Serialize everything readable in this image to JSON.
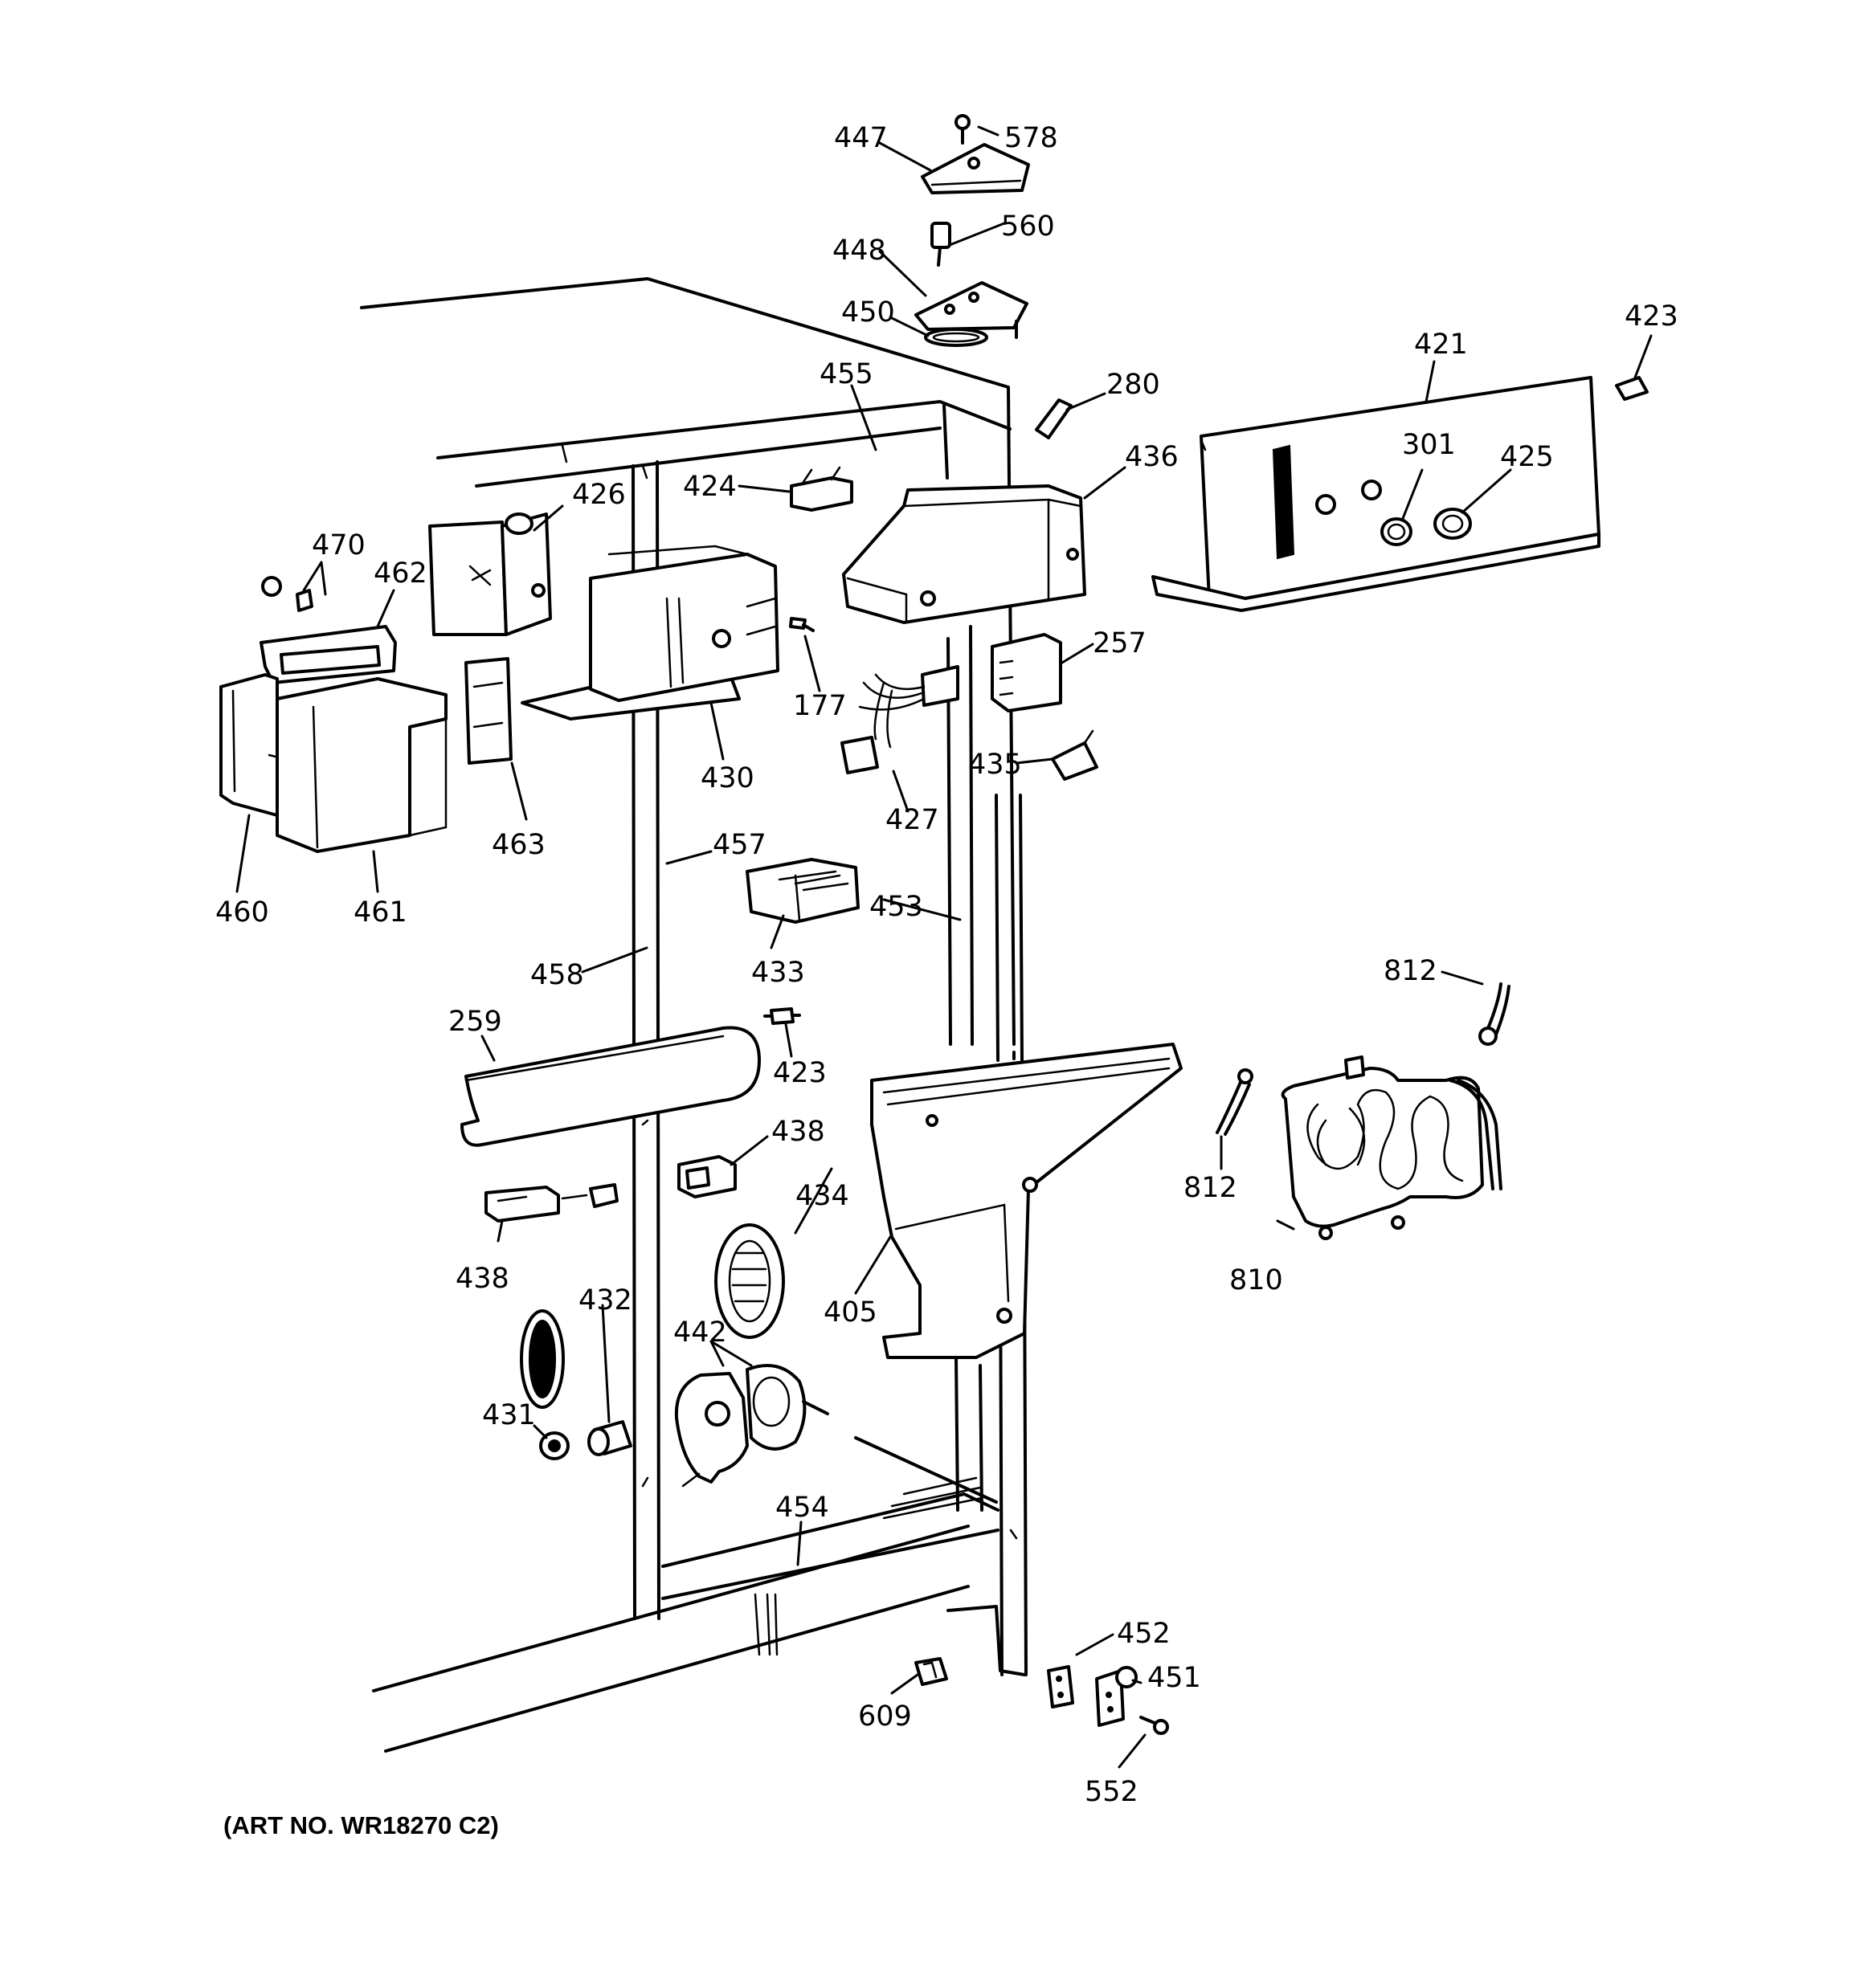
{
  "art_number": "(ART NO. WR18270 C2)",
  "callouts": {
    "c447": "447",
    "c578": "578",
    "c448": "448",
    "c560": "560",
    "c450": "450",
    "c455": "455",
    "c280": "280",
    "c421": "421",
    "c423_top": "423",
    "c436": "436",
    "c424": "424",
    "c426": "426",
    "c470": "470",
    "c462": "462",
    "c301": "301",
    "c425": "425",
    "c257": "257",
    "c177": "177",
    "c430": "430",
    "c463": "463",
    "c435": "435",
    "c427": "427",
    "c457": "457",
    "c453": "453",
    "c460": "460",
    "c461": "461",
    "c433": "433",
    "c458": "458",
    "c812_top": "812",
    "c259": "259",
    "c423_mid": "423",
    "c438_right": "438",
    "c434": "434",
    "c812_mid": "812",
    "c438_left": "438",
    "c405": "405",
    "c810": "810",
    "c432": "432",
    "c442": "442",
    "c431": "431",
    "c454": "454",
    "c452": "452",
    "c451": "451",
    "c609": "609",
    "c552": "552"
  }
}
